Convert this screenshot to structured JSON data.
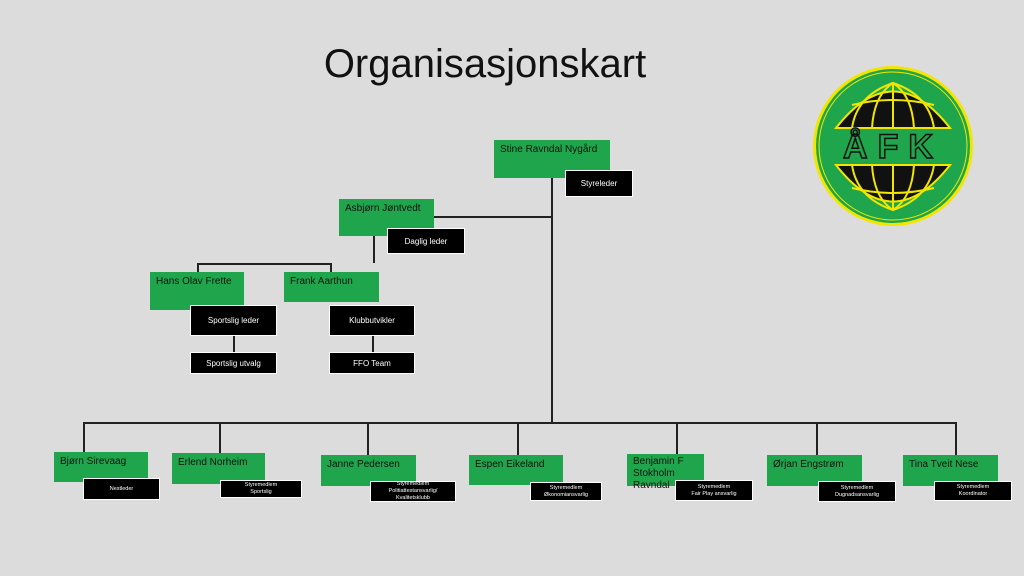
{
  "title": "Organisasjonskart",
  "logo": {
    "text": "ÅFK",
    "colors": {
      "green": "#1fa64c",
      "yellow": "#f2e600",
      "black": "#111111"
    }
  },
  "top": {
    "name": "Stine Ravndal Nygård",
    "role": "Styreleder"
  },
  "manager": {
    "name": "Asbjørn Jøntvedt",
    "role": "Daglig leder"
  },
  "staff": [
    {
      "name": "Hans Olav Frette",
      "role": "Sportslig leder",
      "sub": "Sportslig utvalg"
    },
    {
      "name": "Frank Aarthun",
      "role": "Klubbutvikler",
      "sub": "FFO Team"
    }
  ],
  "board": [
    {
      "name": "Bjørn Sirevaag",
      "role": [
        "Nestleder"
      ]
    },
    {
      "name": "Erlend Norheim",
      "role": [
        "Styremedlem",
        "Sportslig"
      ]
    },
    {
      "name": "Janne Pedersen",
      "role": [
        "Styremedlem",
        "Politiattestansvarlig/",
        "Kvalitetsklubb"
      ]
    },
    {
      "name": "Espen Eikeland",
      "role": [
        "Styremedlem",
        "Økonomiansvarlig"
      ]
    },
    {
      "name": "Benjamin F Stokholm Ravndal",
      "role": [
        "Styremedlem",
        "Fair Play ansvarlig"
      ]
    },
    {
      "name": "Ørjan Engstrøm",
      "role": [
        "Styremedlem",
        "Dugnadsansvarlig"
      ]
    },
    {
      "name": "Tina Tveit Nese",
      "role": [
        "Styremedlem",
        "Koordinator"
      ]
    }
  ]
}
